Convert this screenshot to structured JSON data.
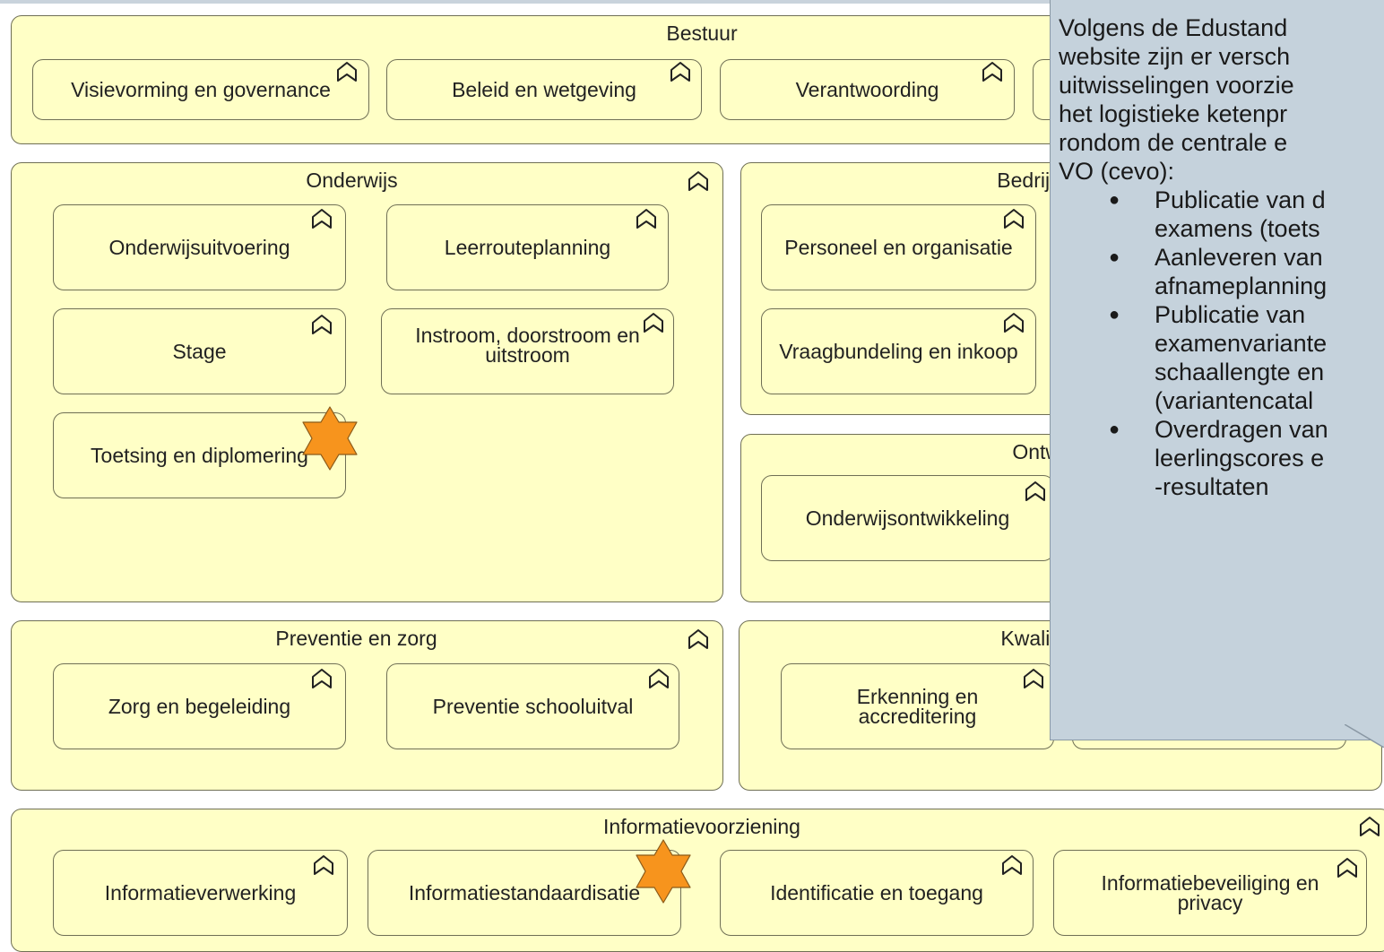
{
  "groups": {
    "bestuur": "Bestuur",
    "onderwijs": "Onderwijs",
    "bedrijf": "Bedrijfs",
    "ontw": "Ontw",
    "preventie": "Preventie en zorg",
    "kwaliteit": "Kwaliteits",
    "informatie": "Informatievoorziening"
  },
  "boxes": {
    "visievorming": "Visievorming en governance",
    "beleid": "Beleid en wetgeving",
    "verantwoording": "Verantwoording",
    "onderwijsuitvoering": "Onderwijsuitvoering",
    "leerrouteplanning": "Leerrouteplanning",
    "stage": "Stage",
    "instroom_l1": "Instroom, doorstroom en",
    "instroom_l2": "uitstroom",
    "toetsing": "Toetsing en diplomering",
    "personeel": "Personeel en organisatie",
    "vraagbundeling": "Vraagbundeling en inkoop",
    "onderwijsontwikkeling": "Onderwijsontwikkeling",
    "zorg": "Zorg en begeleiding",
    "preventie_schooluitval": "Preventie schooluitval",
    "erkenning_l1": "Erkenning en",
    "erkenning_l2": "accreditering",
    "informatieverwerking": "Informatieverwerking",
    "informatiestandaardisatie": "Informatiestandaardisatie",
    "identificatie": "Identificatie en toegang",
    "beveiliging_l1": "Informatiebeveiliging en",
    "beveiliging_l2": "privacy"
  },
  "callout": {
    "intro": [
      "Volgens de Edustand",
      "website zijn er versch",
      "uitwisselingen voorzie",
      "het logistieke ketenpr",
      "rondom de centrale e",
      "VO (cevo):"
    ],
    "bullets": [
      [
        "Publicatie van d",
        "examens (toets"
      ],
      [
        "Aanleveren van",
        "afnameplanning"
      ],
      [
        "Publicatie van",
        "examenvariante",
        "schaallengte en",
        "(variantencatal"
      ],
      [
        "Overdragen van",
        "leerlingscores e",
        "-resultaten"
      ]
    ]
  },
  "colors": {
    "fill": "#ffffc6",
    "border": "#6f6f55",
    "star": "#f7941d",
    "callout": "#c5d2dc"
  },
  "icon_name": "business-function-icon"
}
